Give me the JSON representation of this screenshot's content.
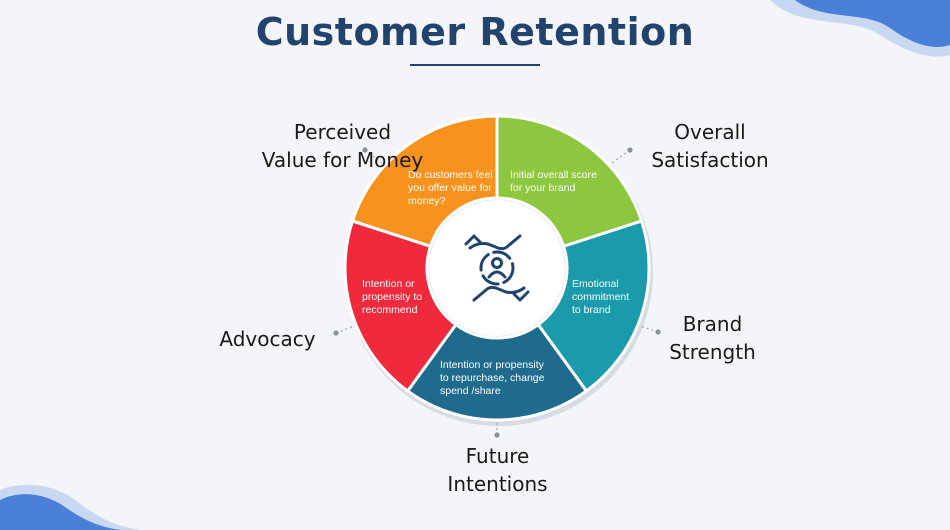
{
  "title": "Customer Retention",
  "segments": [
    {
      "key": "perceived-value",
      "label": "Perceived Value for Money",
      "label_lines": [
        "Perceived",
        "Value for Money"
      ],
      "description_lines": [
        "Do customers feel",
        "you offer value for",
        "money?"
      ],
      "color": "#f7921e"
    },
    {
      "key": "overall-satisfaction",
      "label": "Overall Satisfaction",
      "label_lines": [
        "Overall",
        "Satisfaction"
      ],
      "description_lines": [
        "Initial overall score",
        "for your brand"
      ],
      "color": "#8dc63f"
    },
    {
      "key": "brand-strength",
      "label": "Brand Strength",
      "label_lines": [
        "Brand",
        "Strength"
      ],
      "description_lines": [
        "Emotional",
        "commitment",
        "to brand"
      ],
      "color": "#1a9aaa"
    },
    {
      "key": "future-intentions",
      "label": "Future Intentions",
      "label_lines": [
        "Future",
        "Intentions"
      ],
      "description_lines": [
        "Intention or propensity",
        "to repurchase, change",
        "spend /share"
      ],
      "color": "#1f6b8e"
    },
    {
      "key": "advocacy",
      "label": "Advocacy",
      "label_lines": [
        "Advocacy"
      ],
      "description_lines": [
        "Intention or",
        "propensity to",
        "recommend"
      ],
      "color": "#ee2a3c"
    }
  ],
  "colors": {
    "title": "#22436e",
    "background": "#f3f5f8",
    "center_icon": "#22436e",
    "accent_blob": "#4a7fd8"
  },
  "center_icon": "hands-holding-person-icon"
}
